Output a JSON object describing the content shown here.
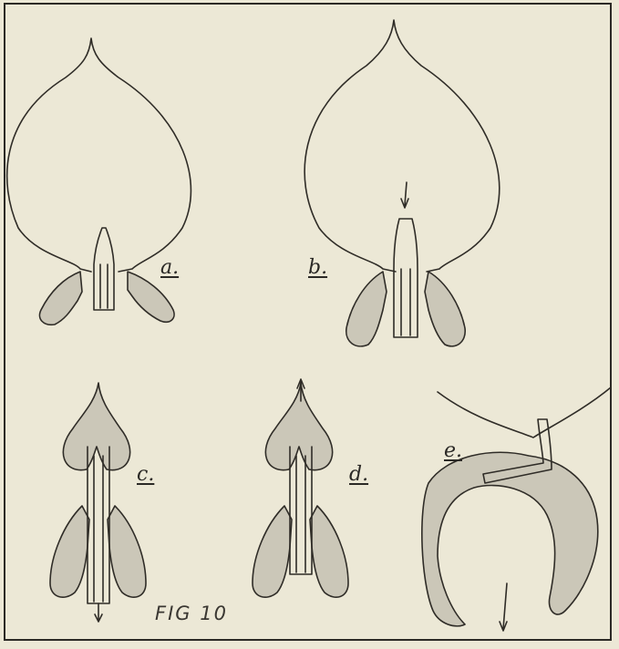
{
  "labels": {
    "a": "a.",
    "b": "b.",
    "c": "c.",
    "d": "d.",
    "e": "e."
  },
  "caption": "FIG 10",
  "colors": {
    "ink": "#2f2c27",
    "tissue": "#c9c5b6",
    "paper": "#ece8d6"
  }
}
